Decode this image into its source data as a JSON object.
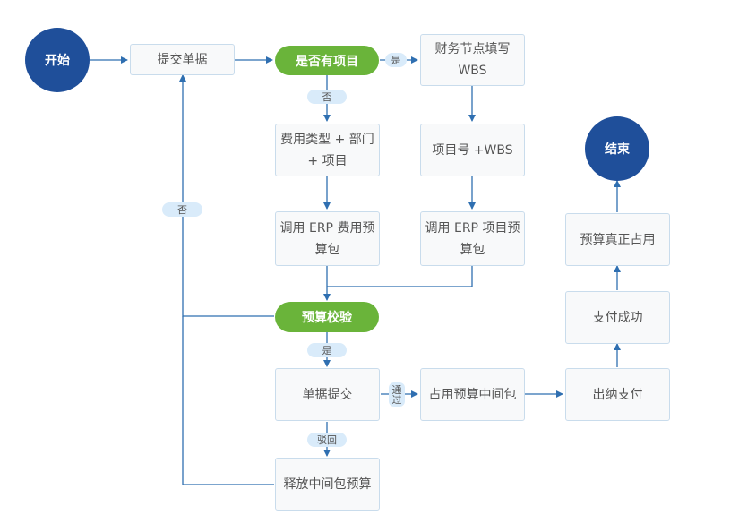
{
  "nodes": {
    "start": "开始",
    "submit_doc": "提交单据",
    "has_project": "是否有项目",
    "finance_wbs": [
      "财务节点填写",
      "WBS"
    ],
    "expense_dept": [
      "费用类型 + 部门",
      "+ 项目"
    ],
    "project_wbs": "项目号 +WBS",
    "call_expense_pkg": [
      "调用 ERP 费用预",
      "算包"
    ],
    "call_project_pkg": [
      "调用 ERP 项目预",
      "算包"
    ],
    "budget_check": "预算校验",
    "doc_submit": "单据提交",
    "occupy_mid_pkg": "占用预算中间包",
    "release_mid_pkg": "释放中间包预算",
    "cashier_pay": "出纳支付",
    "pay_success": "支付成功",
    "budget_actual": "预算真正占用",
    "end": "结束"
  },
  "labels": {
    "yes_project": "是",
    "no_project": "否",
    "no_check": "否",
    "yes_check": "是",
    "pass": [
      "通",
      "过"
    ],
    "reject": "驳回"
  },
  "colors": {
    "circle": "#1f4f9a",
    "decision": "#6ab43a",
    "line": "#2f6fb1",
    "tag": "#d9ebfa",
    "box_border": "#c9dcec"
  }
}
